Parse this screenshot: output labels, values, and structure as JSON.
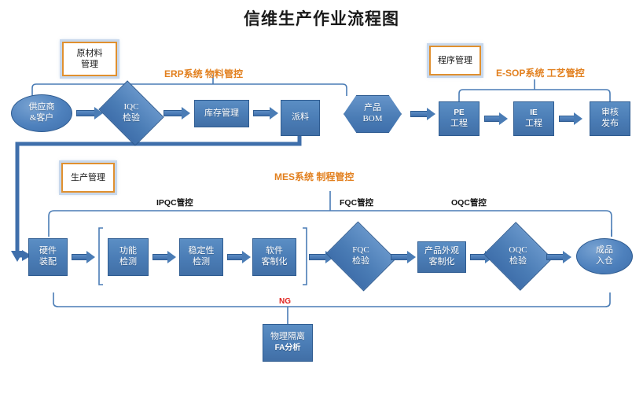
{
  "title": "信维生产作业流程图",
  "colors": {
    "node_fill": "#4e81bd",
    "node_stroke": "#2f5c91",
    "system_label": "#e2801f",
    "tagbox_border": "#e0902f",
    "ng_red": "#e0231e",
    "connector_blue": "#4a7cb5",
    "background": "#ffffff"
  },
  "tag_boxes": [
    {
      "name": "raw-material-management",
      "label": "原材料\n管理"
    },
    {
      "name": "program-management",
      "label": "程序管理"
    },
    {
      "name": "production-management",
      "label": "生产管理"
    }
  ],
  "system_labels": [
    {
      "name": "erp-system-label",
      "text": "ERP系统  物料管控"
    },
    {
      "name": "esop-system-label",
      "text": "E-SOP系统  工艺管控"
    },
    {
      "name": "mes-system-label",
      "text": "MES系统   制程管控"
    }
  ],
  "sub_labels": [
    {
      "name": "ipqc-label",
      "text": "IPQC管控"
    },
    {
      "name": "fqc-label",
      "text": "FQC管控"
    },
    {
      "name": "oqc-label",
      "text": "OQC管控"
    }
  ],
  "ng_label": "NG",
  "rows": {
    "row1_material": {
      "name": "material-flow-row",
      "nodes": [
        {
          "name": "node-supplier-customer",
          "shape": "ellipse",
          "line1": "供应商",
          "line2": "&客户"
        },
        {
          "name": "node-iqc-inspection",
          "shape": "diamond",
          "line1": "IQC",
          "line2": "检验"
        },
        {
          "name": "node-inventory-management",
          "shape": "rect",
          "line1": "库存管理",
          "line2": ""
        },
        {
          "name": "node-material-dispatch",
          "shape": "rect",
          "line1": "派料",
          "line2": ""
        }
      ]
    },
    "row1_process": {
      "name": "process-flow-row",
      "nodes": [
        {
          "name": "node-product-bom",
          "shape": "hexagon",
          "line1": "产品",
          "line2": "BOM"
        },
        {
          "name": "node-pe-engineering",
          "shape": "rect",
          "line1": "PE",
          "line2": "工程"
        },
        {
          "name": "node-ie-engineering",
          "shape": "rect",
          "line1": "IE",
          "line2": "工程"
        },
        {
          "name": "node-review-release",
          "shape": "rect",
          "line1": "审核",
          "line2": "发布"
        }
      ]
    },
    "row2_production": {
      "name": "production-flow-row",
      "nodes": [
        {
          "name": "node-hardware-assembly",
          "shape": "rect",
          "line1": "硬件",
          "line2": "装配"
        },
        {
          "name": "node-function-test",
          "shape": "rect",
          "line1": "功能",
          "line2": "检测"
        },
        {
          "name": "node-stability-test",
          "shape": "rect",
          "line1": "稳定性",
          "line2": "检测"
        },
        {
          "name": "node-software-customization",
          "shape": "rect",
          "line1": "软件",
          "line2": "客制化"
        },
        {
          "name": "node-fqc-inspection",
          "shape": "diamond",
          "line1": "FQC",
          "line2": "检验"
        },
        {
          "name": "node-appearance-customization",
          "shape": "rect",
          "line1": "产品外观",
          "line2": "客制化"
        },
        {
          "name": "node-oqc-inspection",
          "shape": "diamond",
          "line1": "OQC",
          "line2": "检验"
        },
        {
          "name": "node-finished-goods-warehouse",
          "shape": "ellipse",
          "line1": "成品",
          "line2": "入仓"
        }
      ]
    },
    "row3_ng": {
      "name": "ng-handling-row",
      "nodes": [
        {
          "name": "node-physical-isolation-fa",
          "shape": "rect",
          "line1": "物理隔离",
          "line2": "FA分析"
        }
      ]
    }
  }
}
